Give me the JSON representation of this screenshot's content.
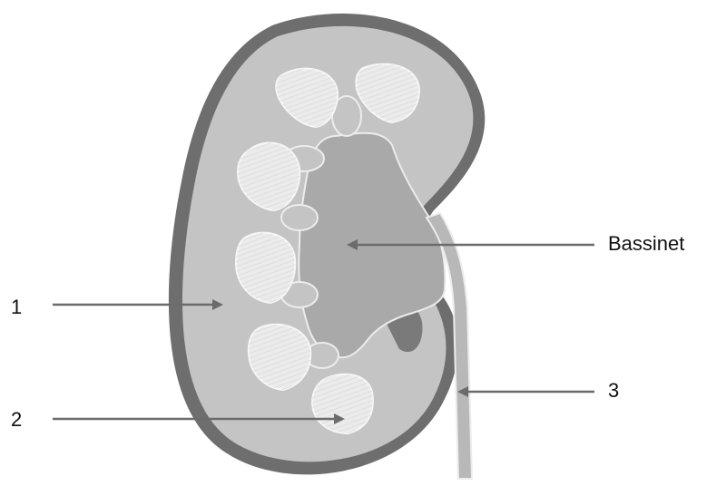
{
  "diagram": {
    "labels": {
      "bassinet": "Bassinet",
      "one": "1",
      "two": "2",
      "three": "3"
    },
    "colors": {
      "capsule": "#6e6e6e",
      "cortex": "#c4c4c4",
      "pelvis": "#a9a9a9",
      "pyramid": "#ebebeb",
      "arrow": "#6b6b6b"
    }
  }
}
